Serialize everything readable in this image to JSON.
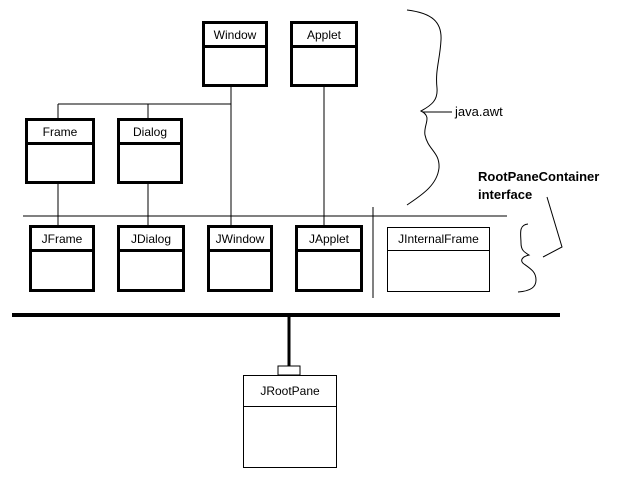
{
  "colors": {
    "background": "#ffffff",
    "line": "#000000",
    "text": "#000000"
  },
  "classes": {
    "window": "Window",
    "applet": "Applet",
    "frame": "Frame",
    "dialog": "Dialog",
    "jframe": "JFrame",
    "jdialog": "JDialog",
    "jwindow": "JWindow",
    "japplet": "JApplet",
    "jinternalframe": "JInternalFrame",
    "jrootpane": "JRootPane"
  },
  "annotations": {
    "awt_package": "java.awt",
    "rootpane_container": "RootPaneContainer",
    "interface_word": "interface"
  }
}
